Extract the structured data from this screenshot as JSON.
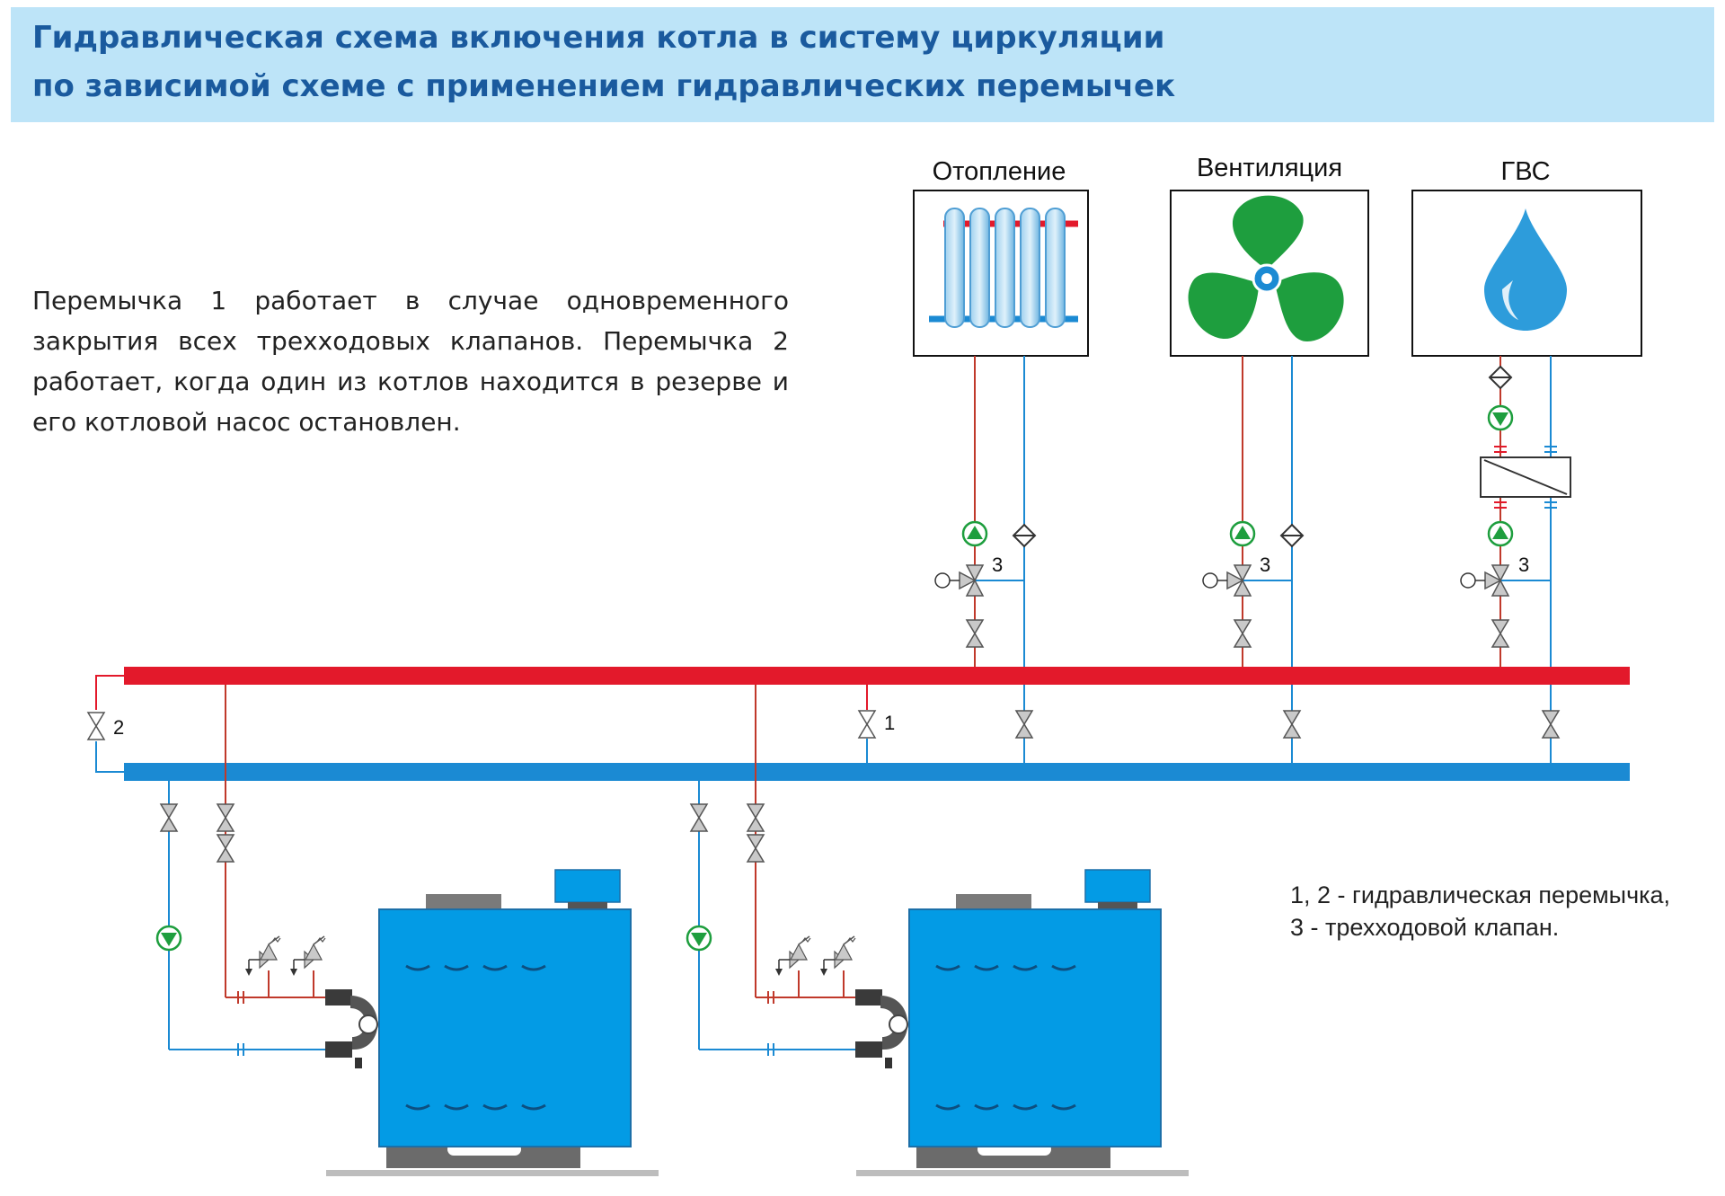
{
  "title": {
    "line1": "Гидравлическая схема включения котла в систему циркуляции",
    "line2": "по зависимой схеме с применением гидравлических перемычек"
  },
  "description": "Перемычка 1 работает в случае одновременного закрытия всех трехходовых клапанов. Перемычка 2 работает, когда один из котлов находится в резерве и его котловой насос остановлен.",
  "consumers": {
    "heating": "Отопление",
    "ventilation": "Вентиляция",
    "dhw": "ГВС"
  },
  "labels": {
    "bypass1": "1",
    "bypass2": "2",
    "valve_heating": "3",
    "valve_ventilation": "3",
    "valve_dhw": "3"
  },
  "legend": {
    "line1": "1, 2 - гидравлическая перемычка,",
    "line2": "3 - трехходовой клапан."
  },
  "colors": {
    "title_bg": "#bde4f8",
    "title_text": "#1a5a9e",
    "supply": "#e3192b",
    "return": "#1b8ad3",
    "boiler": "#039be5",
    "pump": "#1e9e3e",
    "fan": "#1e9e3e"
  }
}
